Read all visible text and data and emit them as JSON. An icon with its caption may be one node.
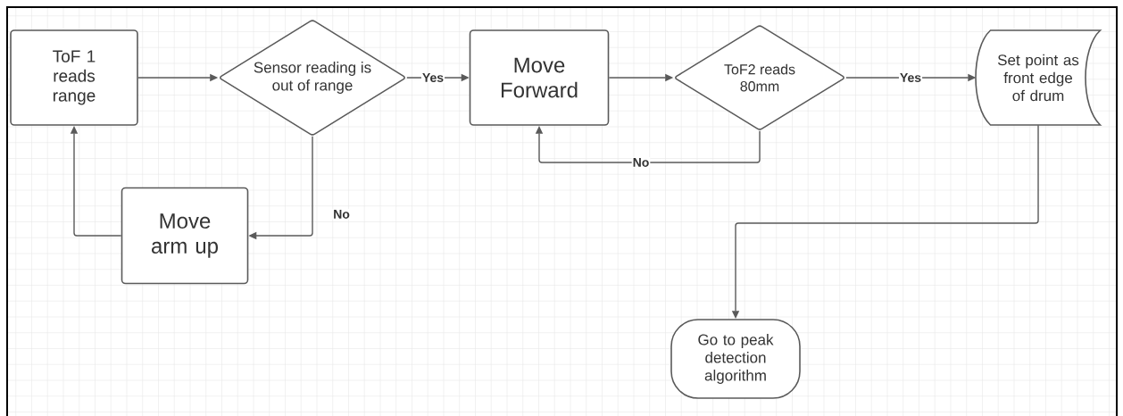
{
  "diagram": {
    "nodes": [
      {
        "text": [
          "ToF 1 reads range"
        ]
      },
      {
        "text": [
          "Sensor reading is out of range"
        ]
      },
      {
        "text": [
          "Move Forward"
        ]
      },
      {
        "text": [
          "ToF2 reads 80mm"
        ]
      },
      {
        "text": [
          "Set point as front edge of drum"
        ]
      },
      {
        "text": [
          "Move arm up"
        ]
      },
      {
        "text": [
          "Go to peak detection algorithm"
        ]
      }
    ],
    "edges": [
      {
        "from": 0,
        "to": 1,
        "arrow": "to"
      },
      {
        "from": 1,
        "to": 2,
        "arrow": "to",
        "label": "Yes"
      },
      {
        "from": 2,
        "to": 3,
        "arrow": "to"
      },
      {
        "from": 3,
        "to": 4,
        "arrow": "to",
        "label": "Yes"
      },
      {
        "from": 1,
        "to": 5,
        "arrow": "to",
        "label": "No"
      },
      {
        "from": 5,
        "to": 0,
        "arrow": "to"
      },
      {
        "from": 3,
        "to": 2,
        "arrow": "to",
        "label": "No"
      },
      {
        "from": 4,
        "to": 6,
        "arrow": "to"
      }
    ]
  }
}
